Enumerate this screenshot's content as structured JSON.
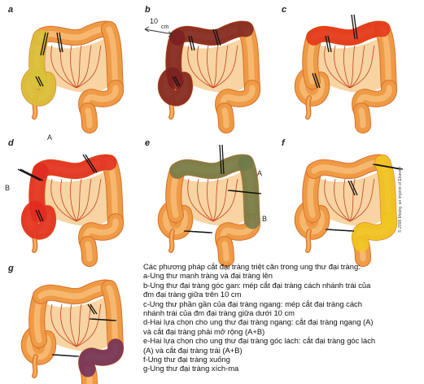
{
  "panels": [
    {
      "label": "a",
      "highlight": "#d8c23a",
      "region": "right"
    },
    {
      "label": "b",
      "highlight": "#7a2020",
      "region": "right-transverse",
      "dimension_label": "10",
      "dimension_unit": "cm"
    },
    {
      "label": "c",
      "highlight": "#e23018",
      "region": "transverse"
    },
    {
      "label": "d",
      "highlight": "#e02a20",
      "region": "right-and-transverse",
      "mark_a": "A",
      "mark_b": "B"
    },
    {
      "label": "e",
      "highlight": "#6d7a4a",
      "region": "left",
      "mark_a": "A",
      "mark_b": "B"
    },
    {
      "label": "f",
      "highlight": "#f0c820",
      "region": "left-descending"
    },
    {
      "label": "g",
      "highlight": "#6a2a5a",
      "region": "sigmoid"
    }
  ],
  "colors": {
    "colon_light": "#f6b870",
    "colon_mid": "#ef9a45",
    "colon_dark": "#d9702a",
    "mesentery": "#f3c27a",
    "vessel": "#c8401c"
  },
  "copyright": "© 2008 Mosby, an imprint of Elsevier",
  "caption": {
    "title": "Các phương pháp cắt đại tràng triệt căn trong ung thư đại tràng:",
    "lines": [
      "a-Ung thư manh tràng và đại tràng lên",
      "b-Ung thư đại tràng góc gan: mép cắt đại tràng cách nhánh trái của",
      "đm đại tràng giữa trên 10 cm",
      "c-Ung thư phần gần của đại tràng ngang: mép cắt đại tràng cách",
      "nhánh trái của đm đại tràng giữa dưới 10 cm",
      "d-Hai lựa chọn cho ung thư đại tràng ngang: cắt đại tràng ngang (A)",
      "và cắt đại tràng phải mở rộng (A+B)",
      "e-Hai lựa chọn cho ung thư đại tràng góc lách: cắt đại tràng góc lách",
      "(A) và cắt đại tràng trái (A+B)",
      "f-Ung thư đại tràng xuống",
      "g-Ung thư đại tràng xích-ma"
    ]
  }
}
